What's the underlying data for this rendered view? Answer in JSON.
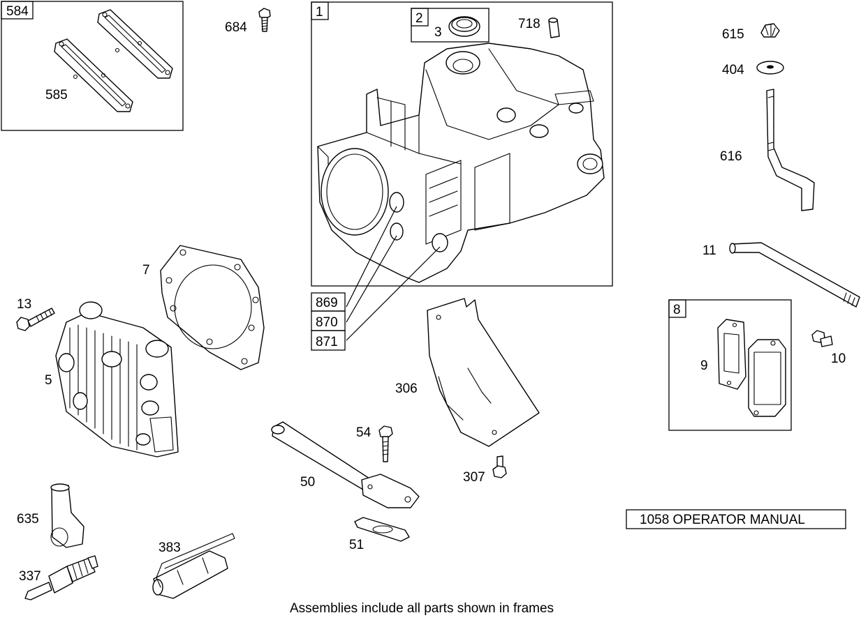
{
  "labels": {
    "p584": "584",
    "p585": "585",
    "p684": "684",
    "p1": "1",
    "p2": "2",
    "p3": "3",
    "p718": "718",
    "p615": "615",
    "p404": "404",
    "p616": "616",
    "p11": "11",
    "p7": "7",
    "p13": "13",
    "p5": "5",
    "p869": "869",
    "p870": "870",
    "p871": "871",
    "p8": "8",
    "p9": "9",
    "p10": "10",
    "p306": "306",
    "p54": "54",
    "p307": "307",
    "p50": "50",
    "p51": "51",
    "p635": "635",
    "p383": "383",
    "p337": "337"
  },
  "manual_box": "1058 OPERATOR MANUAL",
  "footer": "Assemblies include all parts shown in frames",
  "icons": [
    "gasket-icon",
    "bolt-icon",
    "crankcase-icon",
    "seal-icon",
    "pin-icon",
    "nut-icon",
    "washer-icon",
    "rod-icon",
    "cylinder-head-icon",
    "deflector-icon",
    "tube-icon",
    "spark-plug-icon",
    "tool-icon",
    "cover-icon"
  ]
}
